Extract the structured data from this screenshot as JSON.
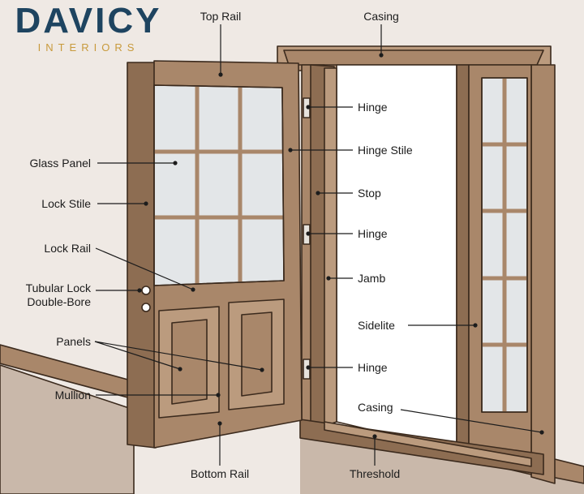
{
  "brand": {
    "name": "DAVICY",
    "tagline": "INTERIORS",
    "primary_color": "#1e4460",
    "accent_color": "#c89a3c"
  },
  "labels": {
    "top_rail": "Top Rail",
    "casing_top": "Casing",
    "hinge_1": "Hinge",
    "hinge_stile": "Hinge Stile",
    "glass_panel": "Glass Panel",
    "stop": "Stop",
    "lock_stile": "Lock Stile",
    "hinge_2": "Hinge",
    "lock_rail": "Lock Rail",
    "jamb": "Jamb",
    "tubular_lock_line1": "Tubular Lock",
    "tubular_lock_line2": "Double-Bore",
    "sidelite": "Sidelite",
    "panels": "Panels",
    "hinge_3": "Hinge",
    "mullion": "Mullion",
    "casing_bottom": "Casing",
    "bottom_rail": "Bottom Rail",
    "threshold": "Threshold"
  },
  "colors": {
    "background": "#efe9e4",
    "wood": "#a9876a",
    "wood_dark": "#8d6d52",
    "wood_light": "#bb9b7e",
    "outline": "#3b2a1d",
    "glass": "#e3e6e8"
  }
}
